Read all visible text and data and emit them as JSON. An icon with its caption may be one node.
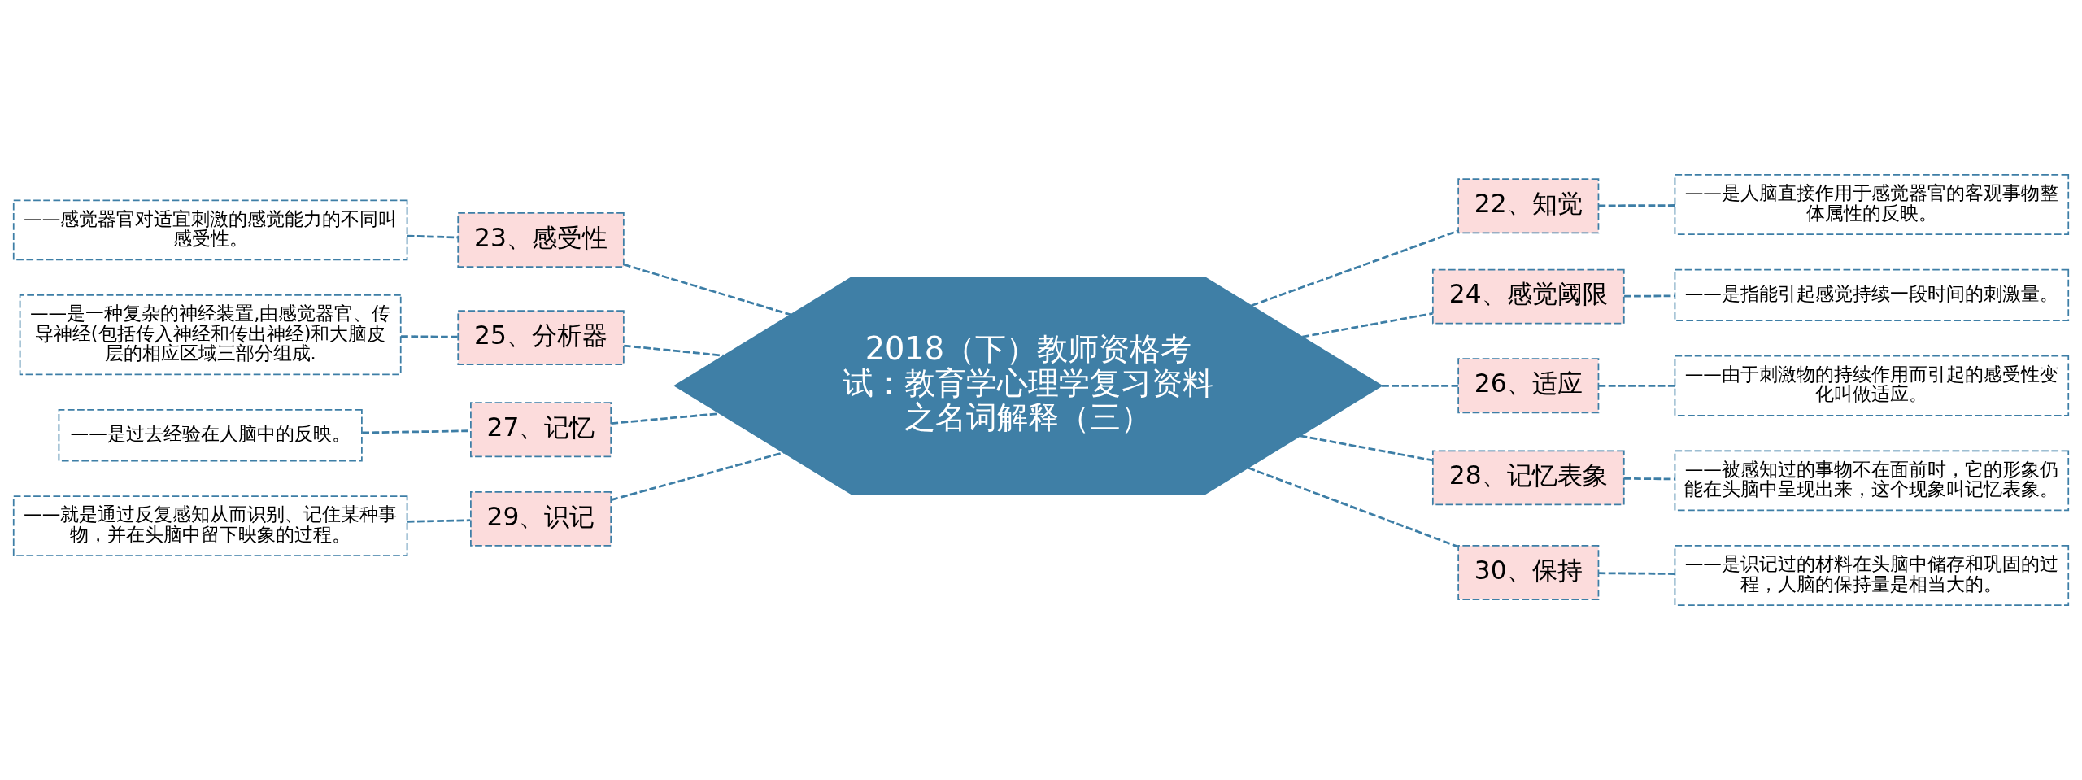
{
  "diagram": {
    "nodes": [
      {
        "text": [
          "2018（下）教师资格考试：教育学心理学复习资料之名词解释（三）"
        ]
      },
      {
        "text": [
          "22、知觉"
        ]
      },
      {
        "text": [
          "——是人脑直接作用于感觉器官的客观事物整体属性的反映。"
        ]
      },
      {
        "text": [
          "23、感受性"
        ]
      },
      {
        "text": [
          "——感觉器官对适宜刺激的感觉能力的不同叫感受性。"
        ]
      },
      {
        "text": [
          "24、感觉阈限"
        ]
      },
      {
        "text": [
          "——是指能引起感觉持续一段时间的刺激量。"
        ]
      },
      {
        "text": [
          "25、分析器"
        ]
      },
      {
        "text": [
          "——是一种复杂的神经装置,由感觉器官、传导神经(包括传入神经和传出神经)和大脑皮层的相应区域三部分组成."
        ]
      },
      {
        "text": [
          "26、适应"
        ]
      },
      {
        "text": [
          "——由于刺激物的持续作用而引起的感受性变化叫做适应。"
        ]
      },
      {
        "text": [
          "27、记忆"
        ]
      },
      {
        "text": [
          "——是过去经验在人脑中的反映。"
        ]
      },
      {
        "text": [
          "28、记忆表象"
        ]
      },
      {
        "text": [
          "——被感知过的事物不在面前时，它的形象仍能在头脑中呈现出来，这个现象叫记忆表象。"
        ]
      },
      {
        "text": [
          "29、识记"
        ]
      },
      {
        "text": [
          "——就是通过反复感知从而识别、记住某种事物，并在头脑中留下映象的过程。"
        ]
      },
      {
        "text": [
          "30、保持"
        ]
      },
      {
        "text": [
          "——是识记过的材料在头脑中储存和巩固的过程，人脑的保持量是相当大的。"
        ]
      }
    ],
    "edges": [
      {
        "from": 0,
        "to": 1,
        "arrow": "none",
        "style": "dashed"
      },
      {
        "from": 1,
        "to": 2,
        "arrow": "none",
        "style": "dashed"
      },
      {
        "from": 0,
        "to": 3,
        "arrow": "none",
        "style": "dashed"
      },
      {
        "from": 3,
        "to": 4,
        "arrow": "none",
        "style": "dashed"
      },
      {
        "from": 0,
        "to": 5,
        "arrow": "none",
        "style": "dashed"
      },
      {
        "from": 5,
        "to": 6,
        "arrow": "none",
        "style": "dashed"
      },
      {
        "from": 0,
        "to": 7,
        "arrow": "none",
        "style": "dashed"
      },
      {
        "from": 7,
        "to": 8,
        "arrow": "none",
        "style": "dashed"
      },
      {
        "from": 0,
        "to": 9,
        "arrow": "none",
        "style": "dashed"
      },
      {
        "from": 9,
        "to": 10,
        "arrow": "none",
        "style": "dashed"
      },
      {
        "from": 0,
        "to": 11,
        "arrow": "none",
        "style": "dashed"
      },
      {
        "from": 11,
        "to": 12,
        "arrow": "none",
        "style": "dashed"
      },
      {
        "from": 0,
        "to": 13,
        "arrow": "none",
        "style": "dashed"
      },
      {
        "from": 13,
        "to": 14,
        "arrow": "none",
        "style": "dashed"
      },
      {
        "from": 0,
        "to": 15,
        "arrow": "none",
        "style": "dashed"
      },
      {
        "from": 15,
        "to": 16,
        "arrow": "none",
        "style": "dashed"
      },
      {
        "from": 0,
        "to": 17,
        "arrow": "none",
        "style": "dashed"
      },
      {
        "from": 17,
        "to": 18,
        "arrow": "none",
        "style": "dashed"
      }
    ]
  }
}
